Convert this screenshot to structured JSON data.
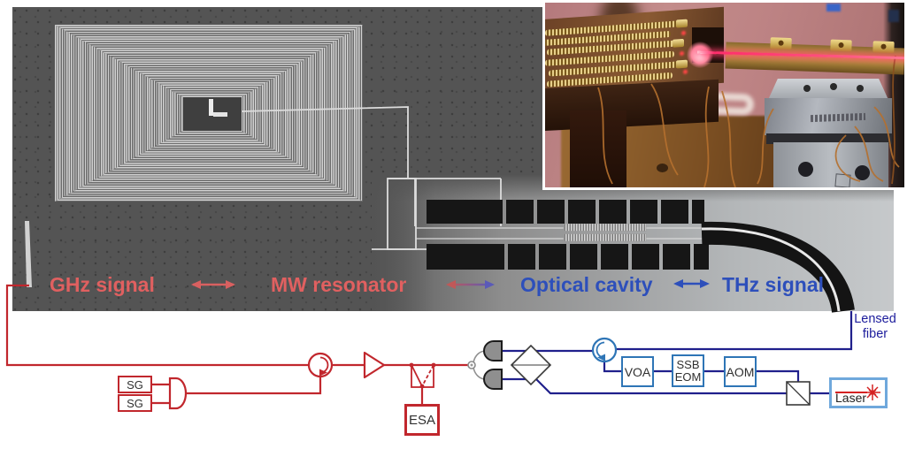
{
  "figure_labels": {
    "ghz_signal": "GHz signal",
    "mw_resonator": "MW resonator",
    "optical_cavity": "Optical cavity",
    "thz_signal": "THz signal",
    "lensed_fiber": "Lensed fiber"
  },
  "schematic": {
    "signal_generator_1": "SG",
    "signal_generator_2": "SG",
    "spectrum_analyzer": "ESA",
    "attenuator": "VOA",
    "eom": "SSB EOM",
    "aom": "AOM",
    "laser": "Laser"
  },
  "icons": {
    "mw_circulator": "circular-arrow",
    "optical_circulator": "circular-arrow",
    "amplifier": "right-triangle",
    "rf_switch": "box-with-solid-and-dashed-throw",
    "power_combiner": "d-shape",
    "balanced_photodiodes": "two-gray-d-shapes",
    "fiber_coupler": "diamond-with-midline",
    "beamsplitter_cube": "square-with-diagonal",
    "laser_beam": "red-line-with-starburst",
    "double_arrow_red": "left-right-arrow",
    "double_arrow_gradient": "left-right-arrow-red-to-blue",
    "double_arrow_blue": "left-right-arrow"
  },
  "colors": {
    "microwave_path_red": "#c1272d",
    "optical_path_blue": "#20208c",
    "label_red": "#e06060",
    "label_blue": "#2d4fbb",
    "lensed_fiber_navy": "#1c1c9c",
    "component_box_blue": "#2e75b6",
    "laser_box_blue": "#6fa8dc"
  }
}
